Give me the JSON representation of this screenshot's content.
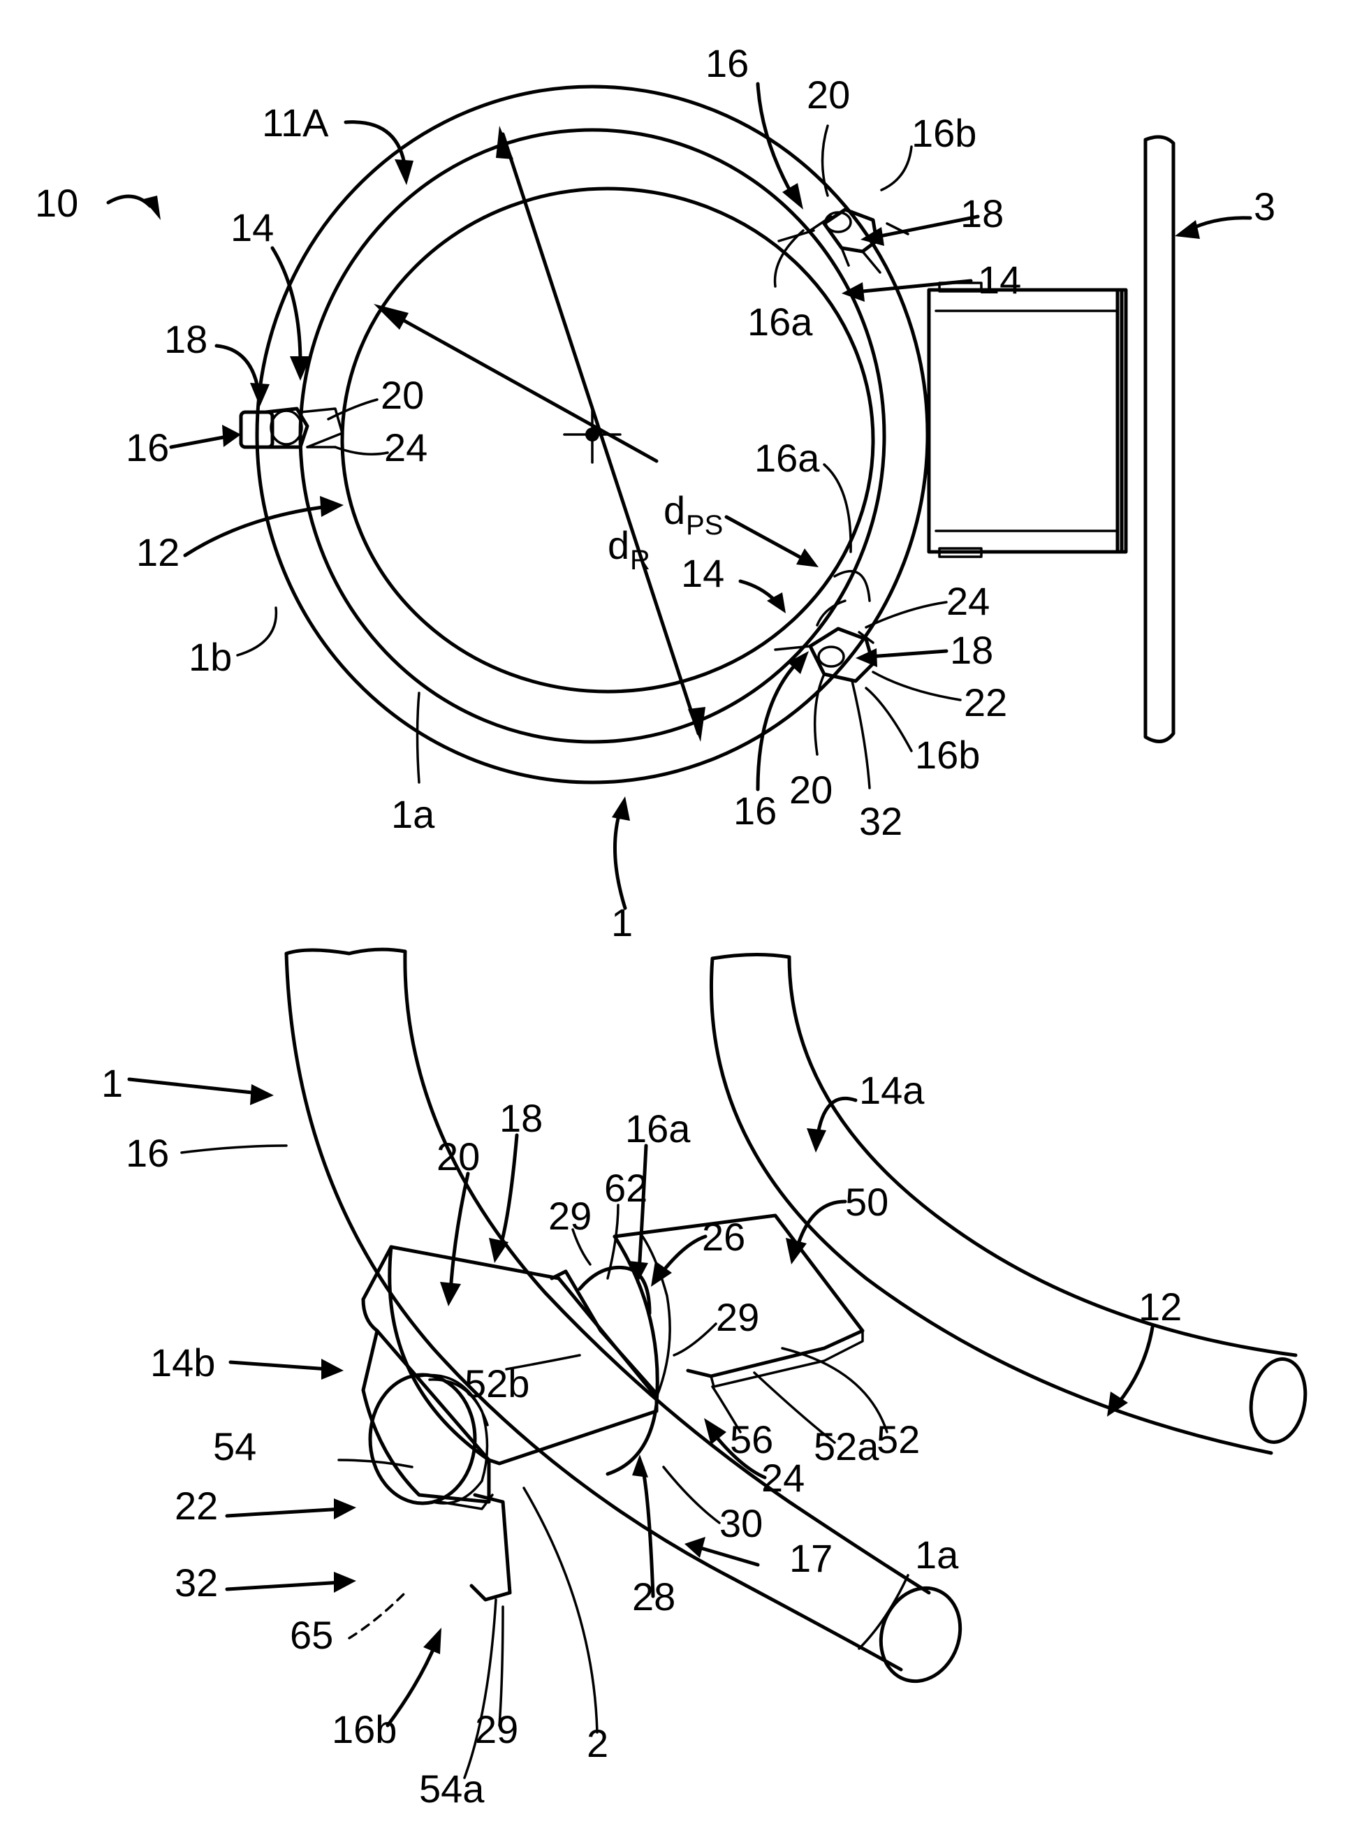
{
  "fig1": {
    "labels": {
      "l10": "10",
      "l11A": "11A",
      "l16_top": "16",
      "l20_top": "20",
      "l16b_top": "16b",
      "l18_top": "18",
      "l3": "3",
      "l14_topright": "14",
      "l16a_top": "16a",
      "l14_left": "14",
      "l18_left": "18",
      "l20_left": "20",
      "l16_left": "16",
      "l24_left": "24",
      "l12": "12",
      "l16a_mid": "16a",
      "dPS_main": "d",
      "dPS_sub": "PS",
      "dR_main": "d",
      "dR_sub": "R",
      "l14_mid": "14",
      "l24_right": "24",
      "l18_right": "18",
      "l22": "22",
      "l16b_bottom": "16b",
      "l32": "32",
      "l20_bottom": "20",
      "l16_bottom": "16",
      "l1b": "1b",
      "l1a": "1a",
      "l1": "1"
    }
  },
  "fig2": {
    "labels": {
      "l1": "1",
      "l16": "16",
      "l18": "18",
      "l20": "20",
      "l16a": "16a",
      "l14a": "14a",
      "l50": "50",
      "l29_a": "29",
      "l62": "62",
      "l26": "26",
      "l29_b": "29",
      "l12": "12",
      "l14b": "14b",
      "l52b": "52b",
      "l52": "52",
      "l56": "56",
      "l52a": "52a",
      "l54": "54",
      "l24": "24",
      "l22": "22",
      "l30": "30",
      "l17": "17",
      "l1a": "1a",
      "l28": "28",
      "l32": "32",
      "l65": "65",
      "l16b": "16b",
      "l29_c": "29",
      "l2": "2",
      "l54a": "54a"
    }
  }
}
